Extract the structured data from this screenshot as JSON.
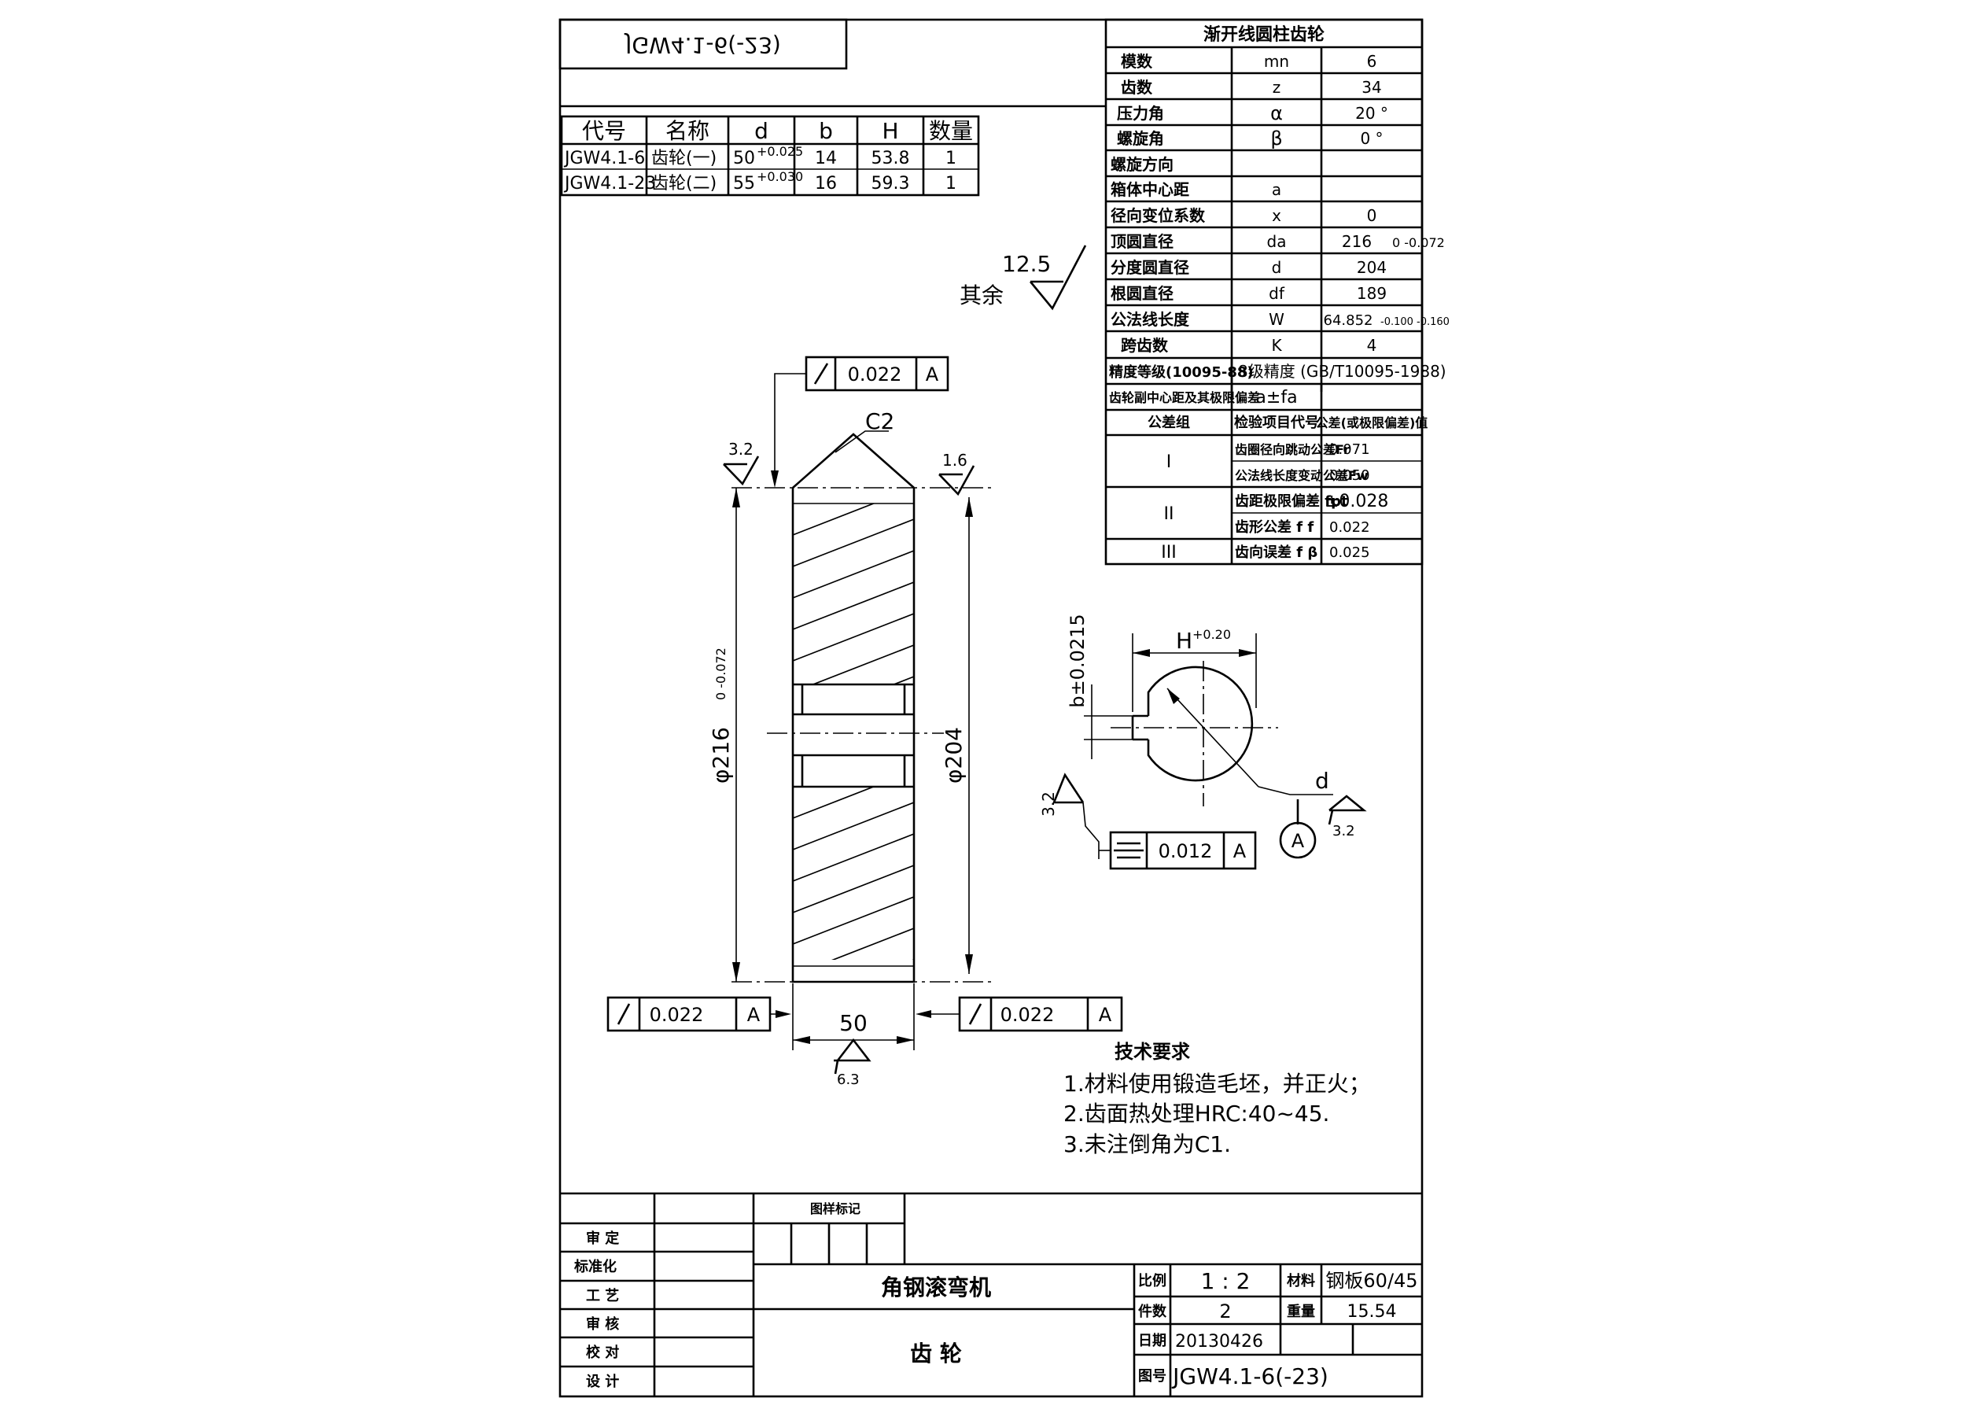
{
  "drawing_number_mirrored": "JGW4.1-6(-23)",
  "variants_table": {
    "headers": [
      "代号",
      "名称",
      "d",
      "b",
      "H",
      "数量"
    ],
    "rows": [
      {
        "code": "JGW4.1-6",
        "name": "齿轮(一)",
        "d": "50",
        "d_tol": "+0.025",
        "b": "14",
        "H": "53.8",
        "qty": "1"
      },
      {
        "code": "JGW4.1-23",
        "name": "齿轮(二)",
        "d": "55",
        "d_tol": "+0.030",
        "b": "16",
        "H": "59.3",
        "qty": "1"
      }
    ]
  },
  "gear_params": {
    "title": "渐开线圆柱齿轮",
    "rows": [
      {
        "label": "模数",
        "symbol": "mn",
        "value": "6"
      },
      {
        "label": "齿数",
        "symbol": "z",
        "value": "34"
      },
      {
        "label": "压力角",
        "symbol": "α",
        "value": "20 °"
      },
      {
        "label": "螺旋角",
        "symbol": "β",
        "value": "0 °"
      },
      {
        "label": "螺旋方向",
        "symbol": "",
        "value": ""
      },
      {
        "label": "箱体中心距",
        "symbol": "a",
        "value": ""
      },
      {
        "label": "径向变位系数",
        "symbol": "x",
        "value": "0"
      },
      {
        "label": "顶圆直径",
        "symbol": "da",
        "value": "216",
        "extra": "0 -0.072"
      },
      {
        "label": "分度圆直径",
        "symbol": "d",
        "value": "204"
      },
      {
        "label": "根圆直径",
        "symbol": "df",
        "value": "189"
      },
      {
        "label": "公法线长度",
        "symbol": "W",
        "value": "64.852",
        "extra": "-0.100 -0.160"
      },
      {
        "label": "跨齿数",
        "symbol": "K",
        "value": "4"
      }
    ],
    "accuracy_label": "精度等级(10095-88)",
    "accuracy_value": "8级精度 (GB/T10095-1988)",
    "center_dev_label": "齿轮副中心距及其极限偏差",
    "center_dev_value": "a±fa",
    "tol_header": [
      "公差组",
      "检验项目代号",
      "公差(或极限偏差)值"
    ],
    "tol_groups": [
      {
        "group": "I",
        "items": [
          {
            "name": "齿圈径向跳动公差Fr",
            "value": "0.071"
          },
          {
            "name": "公法线长度变动公差Fw",
            "value": "0.050"
          }
        ]
      },
      {
        "group": "II",
        "items": [
          {
            "name": "齿距极限偏差 fpt",
            "value": "±0.028"
          },
          {
            "name": "齿形公差 f f",
            "value": "0.022"
          }
        ]
      },
      {
        "group": "III",
        "items": [
          {
            "name": "齿向误差 f β",
            "value": "0.025"
          }
        ]
      }
    ]
  },
  "drawing": {
    "remaining_label": "其余",
    "remaining_roughness": "12.5",
    "tol_top": {
      "value": "0.022",
      "datum": "A"
    },
    "tol_bottom_left": {
      "value": "0.022",
      "datum": "A"
    },
    "tol_bottom_right": {
      "value": "0.022",
      "datum": "A"
    },
    "chamfer": "C2",
    "rough_top_left": "3.2",
    "rough_top_right": "1.6",
    "dim_da": "φ216",
    "dim_da_tol": "0 -0.072",
    "dim_d": "φ204",
    "dim_width": "50",
    "rough_bottom": "6.3",
    "hub_dim_h": "H",
    "hub_dim_h_tol": "+0.20",
    "hub_dim_b": "b±0.0215",
    "hub_dim_d": "d",
    "hub_rough_left": "3.2",
    "hub_rough_right": "3.2",
    "hub_datum": "A",
    "hub_symmetry": {
      "value": "0.012",
      "datum": "A"
    }
  },
  "tech_requirements": {
    "title": "技术要求",
    "items": [
      "1.材料使用锻造毛坯，并正火；",
      "2.齿面热处理HRC:40~45.",
      "3.未注倒角为C1."
    ]
  },
  "title_block": {
    "revision_label": "图样标记",
    "roles": [
      "审 定",
      "标准化",
      "工 艺",
      "审 核",
      "校 对",
      "设 计"
    ],
    "machine": "角钢滚弯机",
    "part_name": "齿 轮",
    "scale_label": "比例",
    "scale": "1 : 2",
    "material_label": "材料",
    "material": "钢板60/45",
    "count_label": "件数",
    "count": "2",
    "weight_label": "重量",
    "weight": "15.54",
    "date_label": "日期",
    "date": "20130426",
    "drawing_no_label": "图号",
    "drawing_no": "JGW4.1-6(-23)"
  }
}
